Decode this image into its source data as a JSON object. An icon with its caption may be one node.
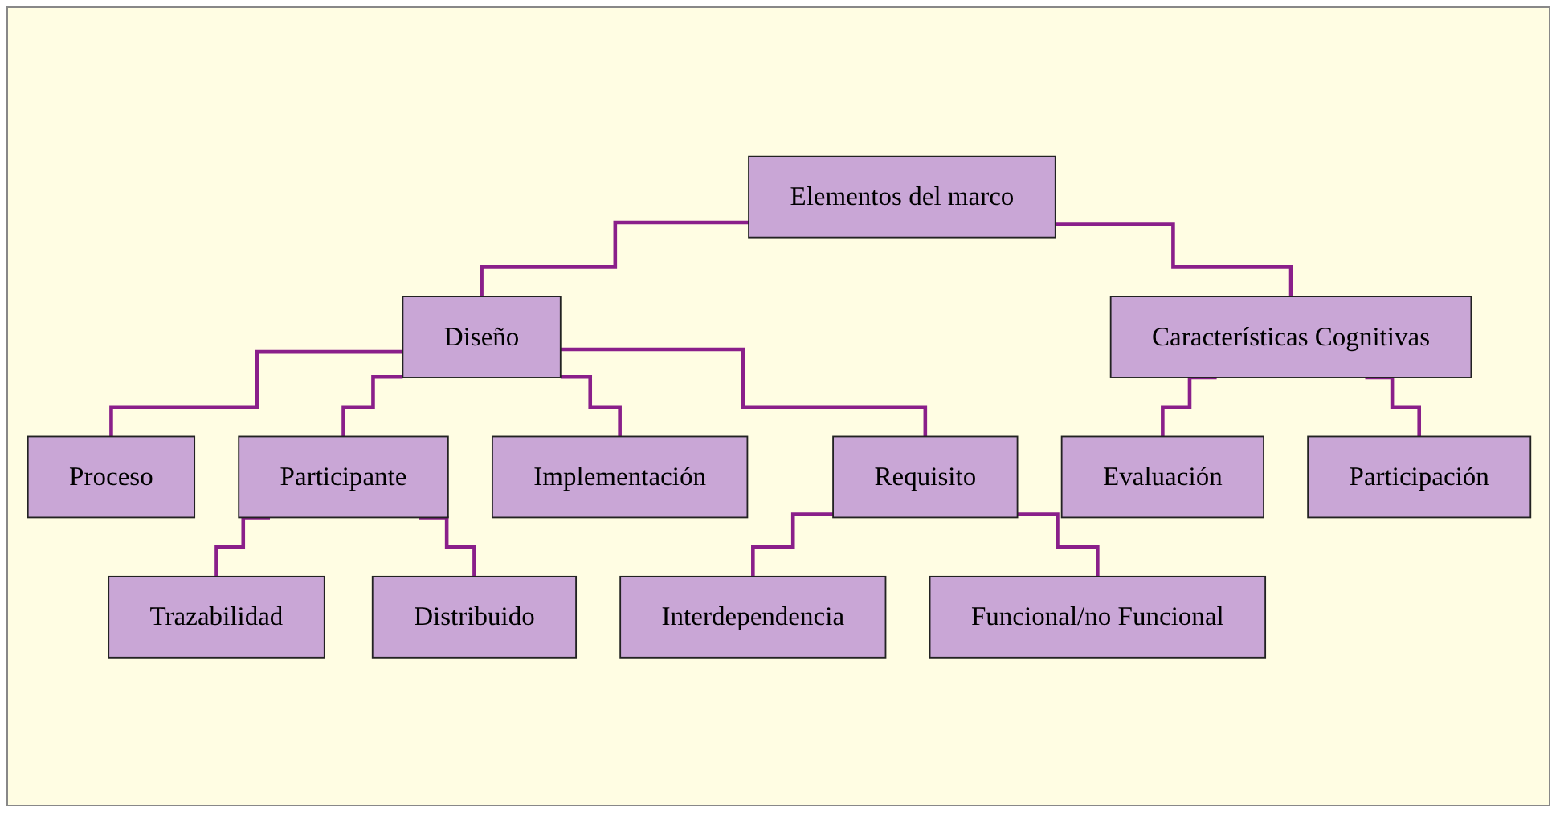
{
  "diagram": {
    "nodes": [
      {
        "text": [
          "Elementos del marco"
        ]
      },
      {
        "text": [
          "Diseño"
        ]
      },
      {
        "text": [
          "Características Cognitivas"
        ]
      },
      {
        "text": [
          "Proceso"
        ]
      },
      {
        "text": [
          "Participante"
        ]
      },
      {
        "text": [
          "Implementación"
        ]
      },
      {
        "text": [
          "Evaluación"
        ]
      },
      {
        "text": [
          "Participación"
        ]
      },
      {
        "text": [
          "Trazabilidad"
        ]
      },
      {
        "text": [
          "Distribuido"
        ]
      },
      {
        "text": [
          "Requisito"
        ]
      },
      {
        "text": [
          "Interdependencia"
        ]
      },
      {
        "text": [
          "Funcional/no Funcional"
        ]
      }
    ],
    "edges": [
      {
        "from": 0,
        "to": 1,
        "arrow": "none"
      },
      {
        "from": 0,
        "to": 2,
        "arrow": "none"
      },
      {
        "from": 1,
        "to": 3,
        "arrow": "none"
      },
      {
        "from": 1,
        "to": 4,
        "arrow": "none"
      },
      {
        "from": 1,
        "to": 5,
        "arrow": "none"
      },
      {
        "from": 1,
        "to": 10,
        "arrow": "none"
      },
      {
        "from": 2,
        "to": 6,
        "arrow": "none"
      },
      {
        "from": 2,
        "to": 7,
        "arrow": "none"
      },
      {
        "from": 4,
        "to": 8,
        "arrow": "none"
      },
      {
        "from": 4,
        "to": 9,
        "arrow": "none"
      },
      {
        "from": 10,
        "to": 11,
        "arrow": "none"
      },
      {
        "from": 10,
        "to": 12,
        "arrow": "none"
      }
    ]
  }
}
